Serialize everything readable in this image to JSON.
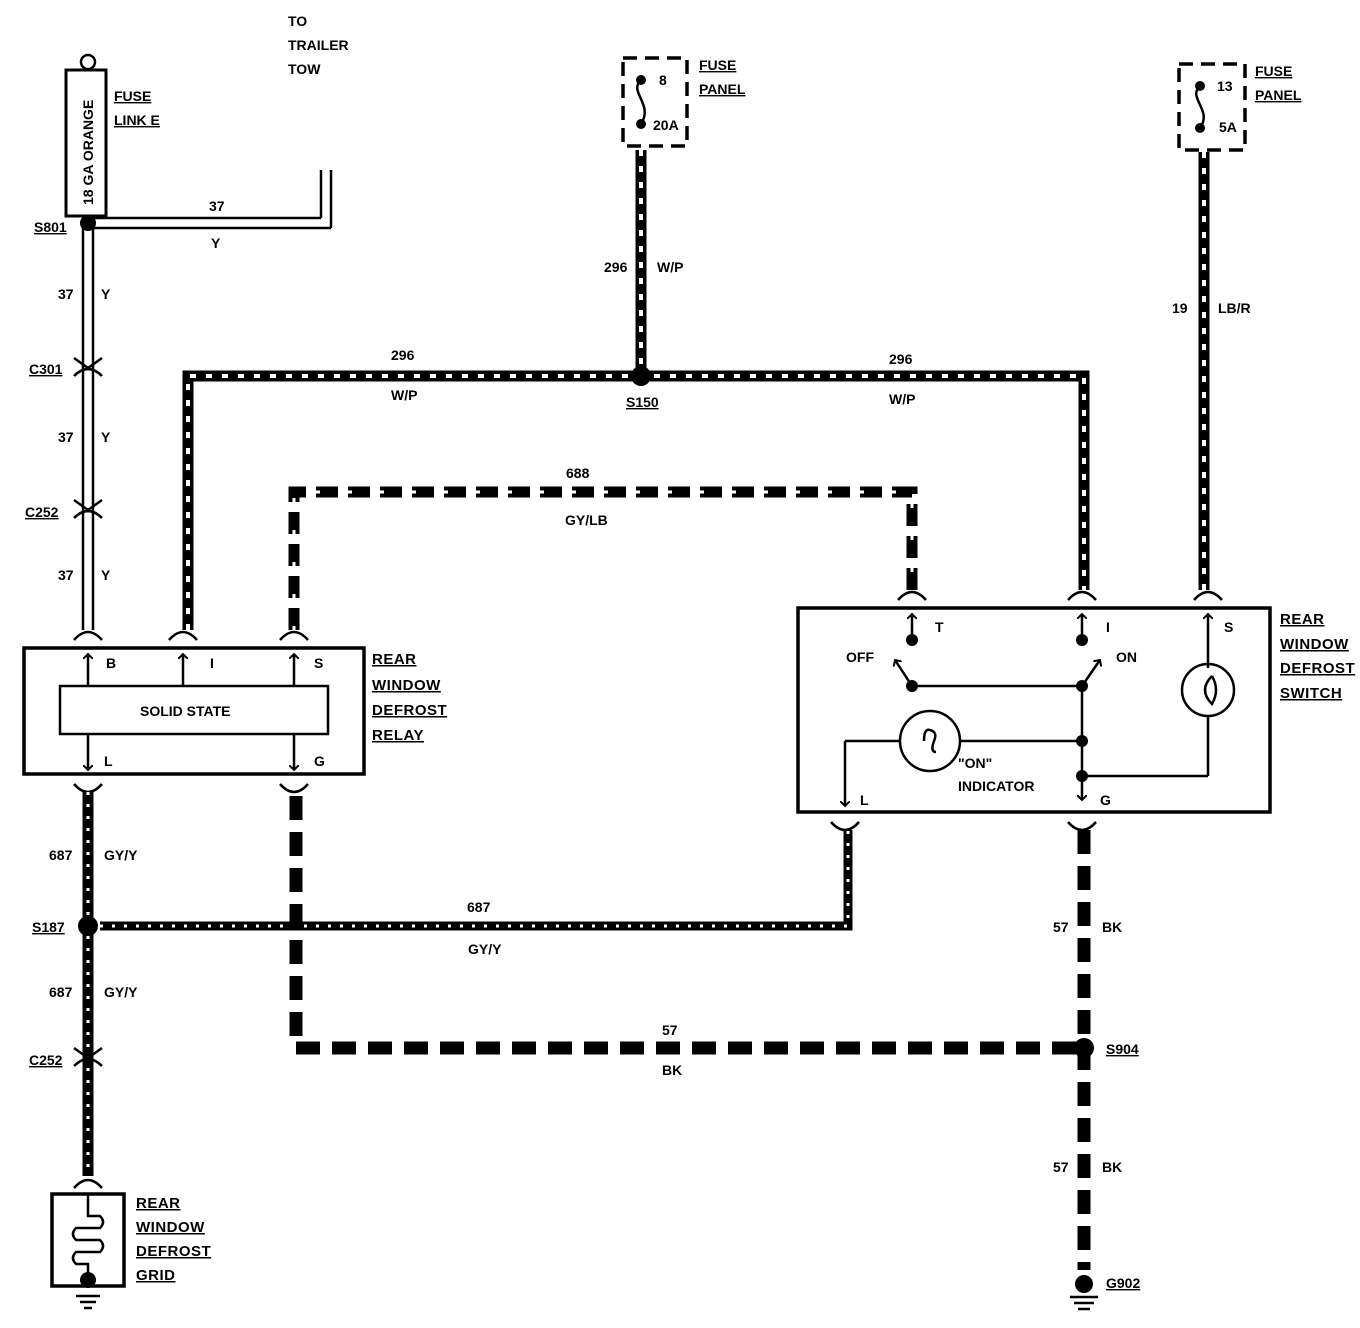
{
  "colors": {
    "ink": "#000000",
    "paper": "#ffffff"
  },
  "trailer": {
    "line1": "TO",
    "line2": "TRAILER",
    "line3": "TOW"
  },
  "fuse_link": {
    "label": "18 GA ORANGE",
    "title_line1": "FUSE",
    "title_line2": "LINK E"
  },
  "fuse_panel_1": {
    "pin_top": "8",
    "rating": "20A",
    "title_line1": "FUSE",
    "title_line2": "PANEL"
  },
  "fuse_panel_2": {
    "pin_top": "13",
    "rating": "5A",
    "title_line1": "FUSE",
    "title_line2": "PANEL"
  },
  "splices": {
    "s801": "S801",
    "s150": "S150",
    "s187": "S187",
    "s904": "S904"
  },
  "connectors": {
    "c301": "C301",
    "c252_upper": "C252",
    "c252_lower": "C252"
  },
  "ground": {
    "g902": "G902"
  },
  "wires": {
    "w37": {
      "num": "37",
      "color": "Y"
    },
    "w296": {
      "num": "296",
      "color": "W/P"
    },
    "w19": {
      "num": "19",
      "color": "LB/R"
    },
    "w688": {
      "num": "688",
      "color": "GY/LB"
    },
    "w687": {
      "num": "687",
      "color": "GY/Y"
    },
    "w57": {
      "num": "57",
      "color": "BK"
    }
  },
  "relay": {
    "body_label": "SOLID STATE",
    "pins": {
      "b": "B",
      "i": "I",
      "s": "S",
      "l": "L",
      "g": "G"
    },
    "title": [
      "REAR",
      "WINDOW",
      "DEFROST",
      "RELAY"
    ]
  },
  "switch": {
    "pins": {
      "t": "T",
      "i": "I",
      "s": "S",
      "l": "L",
      "g": "G"
    },
    "off": "OFF",
    "on": "ON",
    "indicator_line1": "\"ON\"",
    "indicator_line2": "INDICATOR",
    "title": [
      "REAR",
      "WINDOW",
      "DEFROST",
      "SWITCH"
    ]
  },
  "grid": {
    "title": [
      "REAR",
      "WINDOW",
      "DEFROST",
      "GRID"
    ]
  }
}
